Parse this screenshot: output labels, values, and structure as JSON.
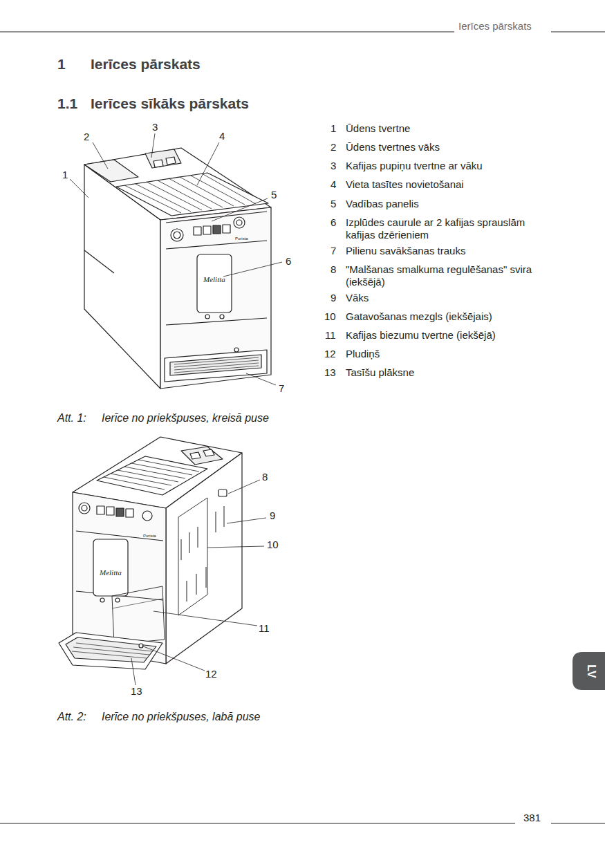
{
  "diagram": {
    "nodes": [
      {
        "text": [
          "LV"
        ]
      }
    ],
    "labels": [
      "Ierīces pārskats",
      "1",
      "Ierīces pārskats",
      "1.1",
      "Ierīces sīkāks pārskats",
      "3",
      "2",
      "4",
      "1",
      "5",
      "6",
      "7",
      "Purista",
      "Melitta",
      "1",
      "Ūdens tvertne",
      "2",
      "Ūdens tvertnes vāks",
      "3",
      "Kafijas pupiņu tvertne ar vāku",
      "4",
      "Vieta tasītes novietošanai",
      "5",
      "Vadības panelis",
      "6",
      "Izplūdes caurule ar 2 kafijas sprauslām kafijas dzērieniem",
      "7",
      "Pilienu savākšanas trauks",
      "8",
      "\"Malšanas smalkuma regulēšanas\" svira (iekšējā)",
      "9",
      "Vāks",
      "10",
      "Gatavošanas mezgls (iekšējais)",
      "11",
      "Kafijas biezumu tvertne (iekšējā)",
      "12",
      "Pludiņš",
      "13",
      "Tasīšu plāksne",
      "Att. 1:",
      "Ierīce no priekšpuses, kreisā puse",
      "8",
      "9",
      "10",
      "11",
      "12",
      "13",
      "Purista",
      "Melitta",
      "Att. 2:",
      "Ierīce no priekšpuses, labā puse",
      "381"
    ]
  }
}
